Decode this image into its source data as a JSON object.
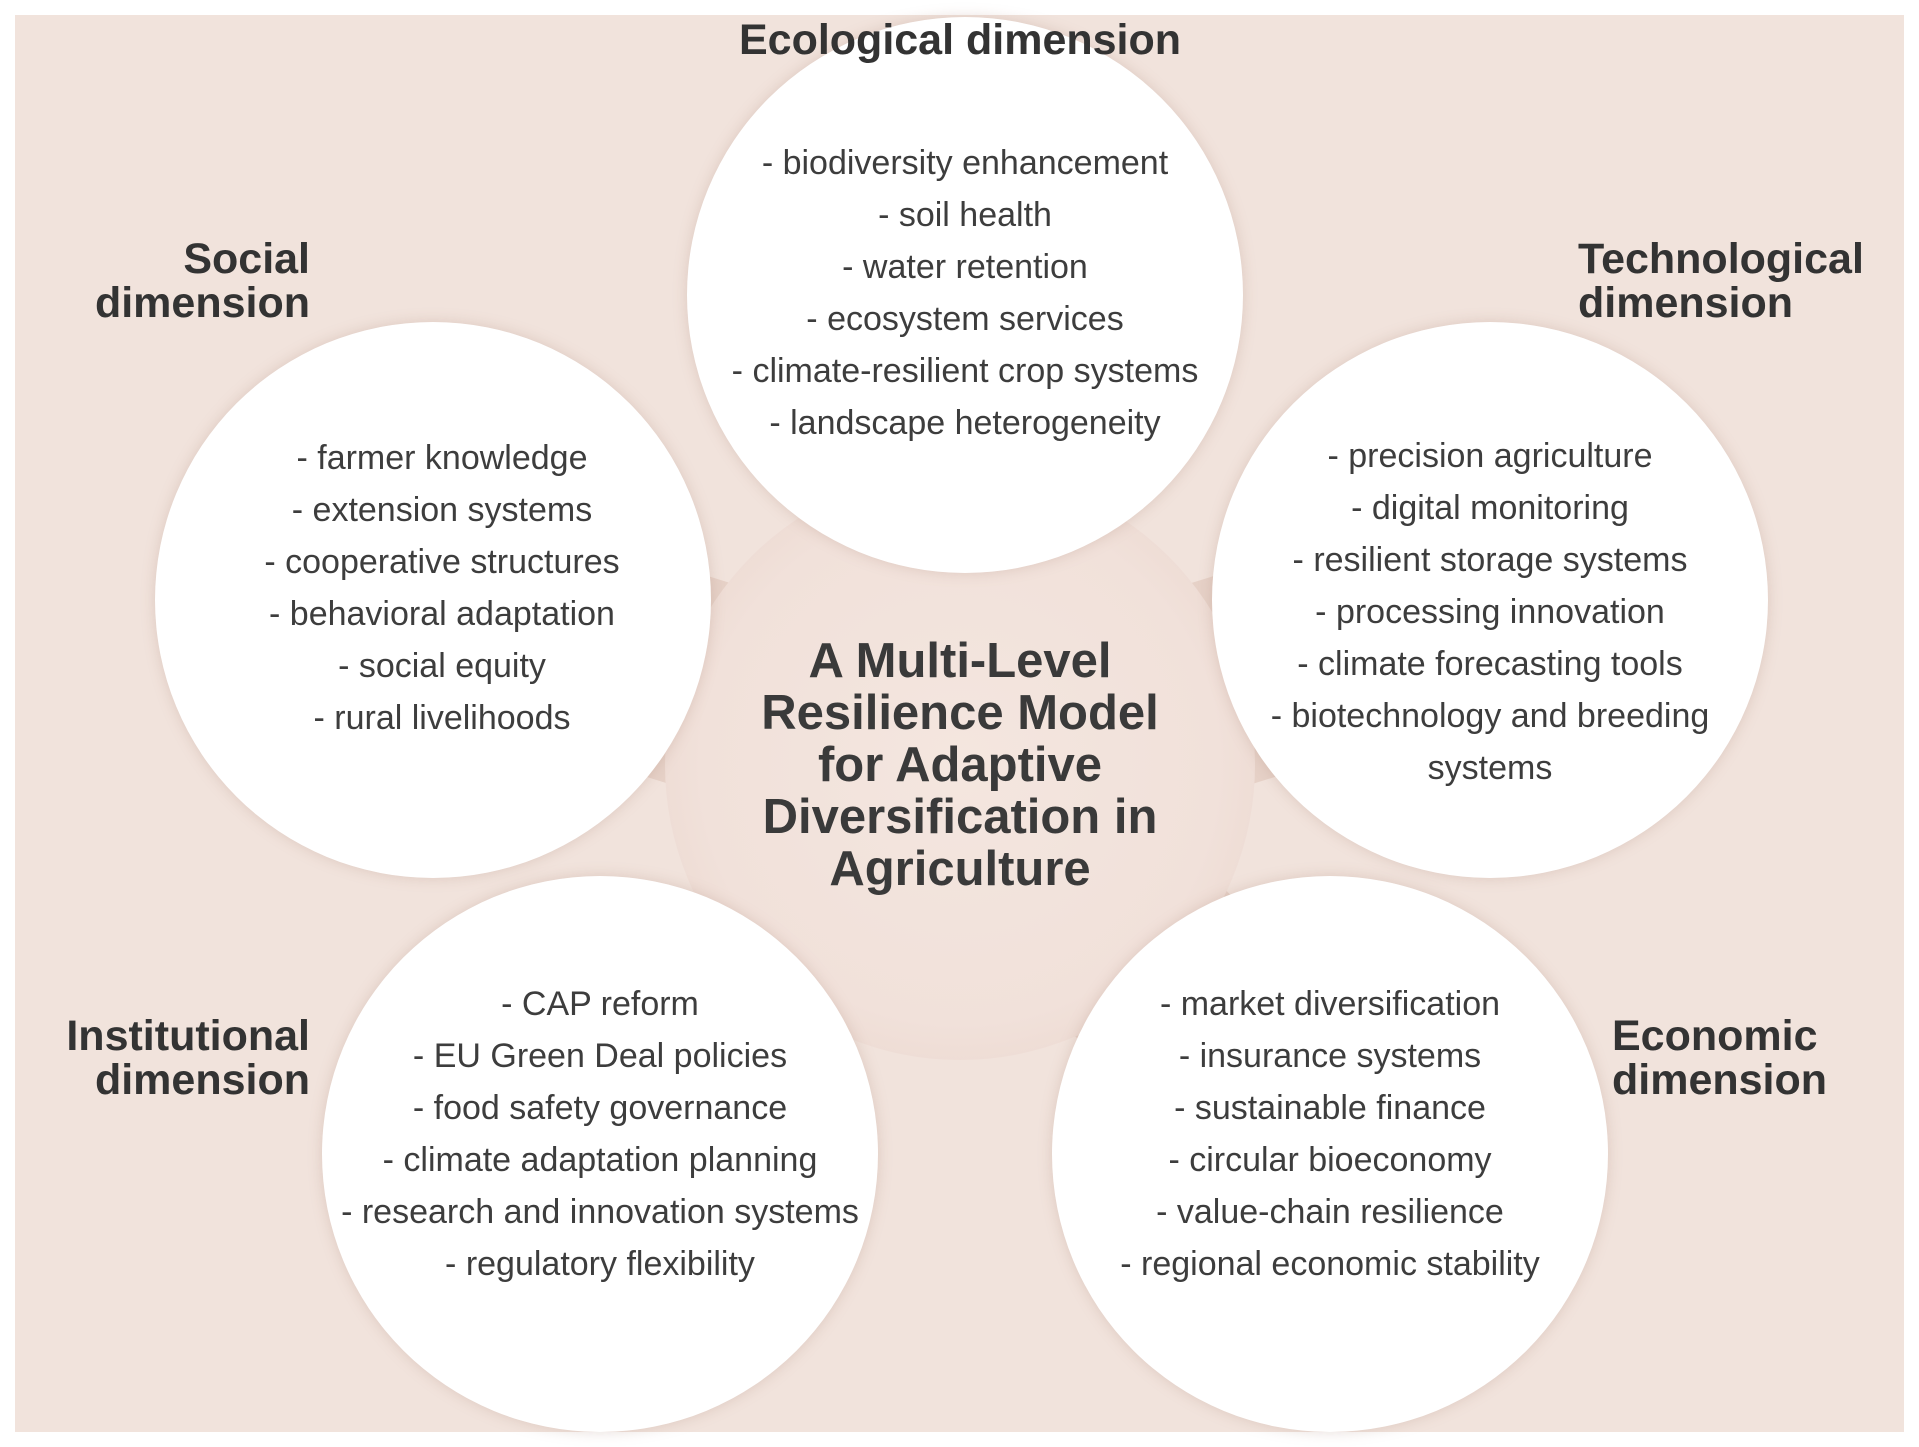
{
  "center_title": "A Multi-Level Resilience Model for Adaptive Diversification in Agriculture",
  "dimensions": {
    "ecological": {
      "label": "Ecological dimension",
      "items": [
        "- biodiversity enhancement",
        "- soil health",
        "- water retention",
        "- ecosystem services",
        "- climate-resilient crop systems",
        "- landscape heterogeneity"
      ]
    },
    "social": {
      "label": "Social dimension",
      "items": [
        "- farmer knowledge",
        "- extension systems",
        "- cooperative structures",
        "- behavioral adaptation",
        "- social equity",
        "- rural livelihoods"
      ]
    },
    "technological": {
      "label": "Technological dimension",
      "items": [
        "- precision agriculture",
        "- digital monitoring",
        "- resilient storage systems",
        "- processing innovation",
        "- climate forecasting tools",
        "- biotechnology and breeding systems"
      ]
    },
    "institutional": {
      "label": "Institutional dimension",
      "items": [
        "- CAP reform",
        "- EU Green Deal policies",
        "- food safety governance",
        "- climate adaptation planning",
        "- research and innovation systems",
        "- regulatory flexibility"
      ]
    },
    "economic": {
      "label": "Economic dimension",
      "items": [
        "- market diversification",
        "- insurance systems",
        "- sustainable finance",
        "- circular bioeconomy",
        "- value-chain resilience",
        "- regional economic stability"
      ]
    }
  }
}
